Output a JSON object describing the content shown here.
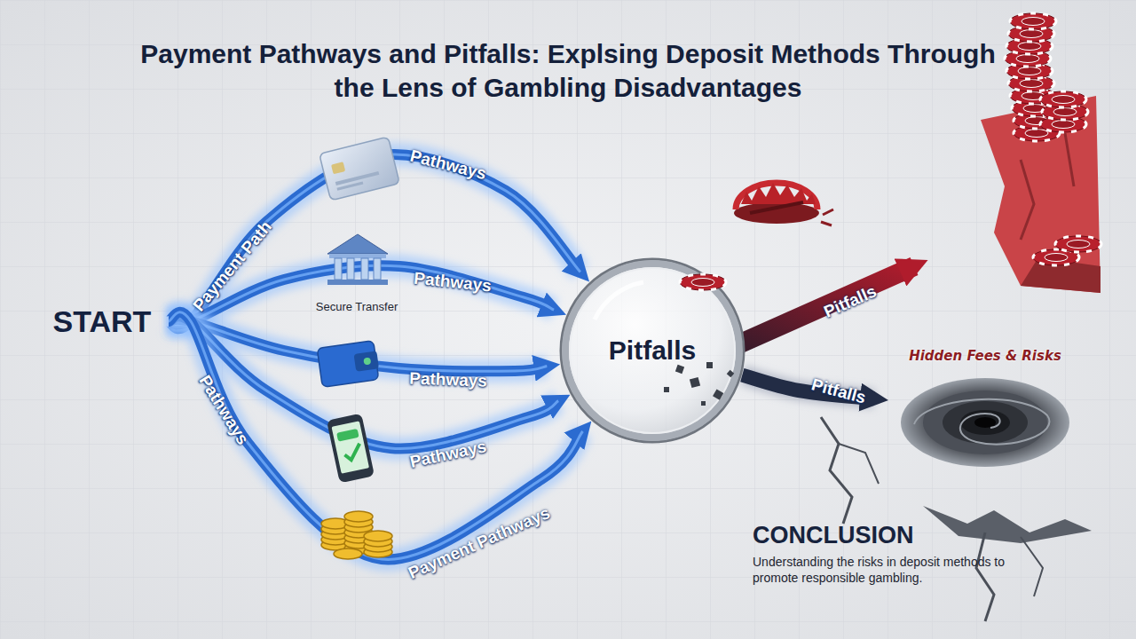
{
  "diagram": {
    "title": "Payment Pathways and Pitfalls: Explsing Deposit Methods Through the Lens of Gambling Disadvantages",
    "nodes": [
      {
        "text": [
          "START"
        ]
      },
      {
        "text": [
          "Pitfalls"
        ]
      },
      {
        "text": [
          "Hidden Fees & Risks"
        ]
      }
    ],
    "edges": [
      {
        "from": 0,
        "to": 1,
        "label": "Pathways",
        "arrow": "to"
      },
      {
        "from": 0,
        "to": 1,
        "label": "Pathways",
        "arrow": "to"
      },
      {
        "from": 0,
        "to": 1,
        "label": "Pathways",
        "arrow": "to"
      },
      {
        "from": 0,
        "to": 1,
        "label": "Pathways",
        "arrow": "to"
      },
      {
        "from": 0,
        "to": 1,
        "label": "Payment Pathways",
        "arrow": "to"
      },
      {
        "from": 1,
        "to": 2,
        "label": "Pitfalls",
        "arrow": "to"
      }
    ],
    "labels": [
      "Payment Path",
      "Secure Transfer",
      "Pathways",
      "Pitfalls",
      "CONCLUSION",
      "Understanding the risks in deposit methods to promote responsible gambling."
    ]
  }
}
